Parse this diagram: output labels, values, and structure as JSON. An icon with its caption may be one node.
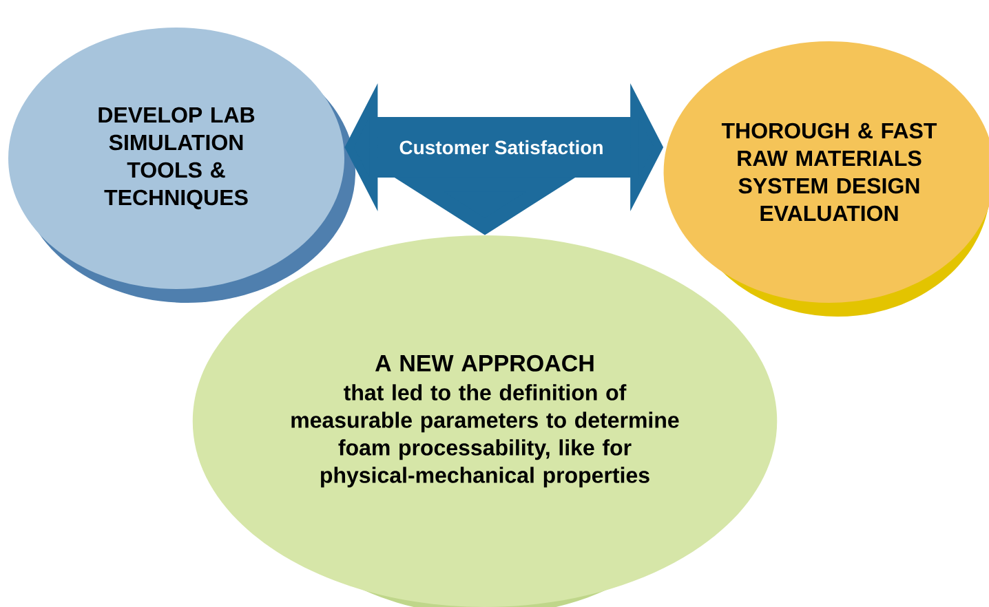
{
  "diagram": {
    "nodes": [
      {
        "text": [
          "DEVELOP LAB SIMULATION TOOLS & TECHNIQUES"
        ]
      },
      {
        "text": [
          "THOROUGH & FAST RAW MATERIALS SYSTEM DESIGN EVALUATION"
        ]
      },
      {
        "text": [
          "A NEW APPROACH",
          "that led to the definition of measurable parameters to determine foam processability, like for physical-mechanical properties"
        ]
      },
      {
        "text": [
          "Customer Satisfaction"
        ]
      }
    ],
    "edges": [
      {
        "from": 3,
        "to": 0,
        "arrow": "to",
        "style": "thick"
      },
      {
        "from": 3,
        "to": 1,
        "arrow": "to",
        "style": "thick"
      },
      {
        "from": 3,
        "to": 2,
        "arrow": "to",
        "style": "thick"
      }
    ]
  }
}
